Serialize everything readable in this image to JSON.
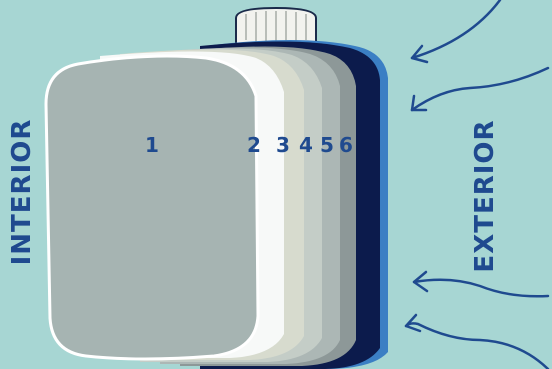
{
  "labels": {
    "interior": "INTERIOR",
    "exterior": "EXTERIOR"
  },
  "layers": [
    {
      "number": "1",
      "color": "#a6b4b2"
    },
    {
      "number": "2",
      "color": "#f7f9f8"
    },
    {
      "number": "3",
      "color": "#d7dbce"
    },
    {
      "number": "4",
      "color": "#c4cdc7"
    },
    {
      "number": "5",
      "color": "#acb7b5"
    },
    {
      "number": "6",
      "color": "#8d9898"
    }
  ],
  "colors": {
    "background": "#a7d6d3",
    "text": "#1f4a8f",
    "outer_shell": "#0c1b4c",
    "edge_highlight": "#3b7fc4",
    "arrow": "#1f4a8f",
    "cap": "#f2f2ee"
  }
}
